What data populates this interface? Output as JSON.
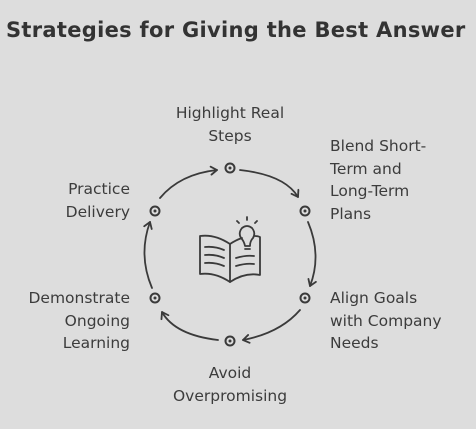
{
  "title": "Strategies for Giving the Best Answer",
  "center_icon": "book-with-lightbulb-icon",
  "steps": [
    {
      "lines": [
        "Highlight Real",
        "Steps"
      ]
    },
    {
      "lines": [
        "Blend Short-",
        "Term and",
        "Long-Term",
        "Plans"
      ]
    },
    {
      "lines": [
        "Align Goals",
        "with Company",
        "Needs"
      ]
    },
    {
      "lines": [
        "Avoid",
        "Overpromising"
      ]
    },
    {
      "lines": [
        "Demonstrate",
        "Ongoing",
        "Learning"
      ]
    },
    {
      "lines": [
        "Practice",
        "Delivery"
      ]
    }
  ]
}
